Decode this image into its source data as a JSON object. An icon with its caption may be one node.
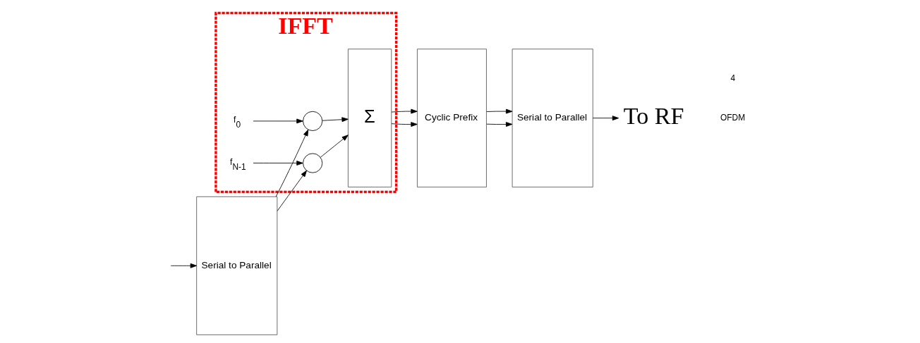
{
  "diagram": {
    "nodes": [
      {
        "text": [
          "IFFT"
        ]
      },
      {
        "text": [
          "Serial to Parallel"
        ]
      },
      {
        "text": [],
        "shape": "circle",
        "in": 0
      },
      {
        "text": [],
        "shape": "circle",
        "in": 0
      },
      {
        "text": [
          "Σ"
        ],
        "in": 0
      },
      {
        "text": [
          "f$_{0}$"
        ],
        "in": 0
      },
      {
        "text": [
          "f$_{N-1}$"
        ],
        "in": 0
      },
      {
        "text": [
          "Cyclic Prefix"
        ]
      },
      {
        "text": [
          "Serial to Parallel"
        ]
      },
      {
        "text": [
          "To RF"
        ]
      }
    ],
    "edges": [
      {
        "from": null,
        "to": 1,
        "arrow": "to"
      },
      {
        "from": 1,
        "to": 2,
        "arrow": "to"
      },
      {
        "from": 1,
        "to": 3,
        "arrow": "to"
      },
      {
        "from": 5,
        "to": 2,
        "arrow": "to"
      },
      {
        "from": 6,
        "to": 3,
        "arrow": "to"
      },
      {
        "from": 2,
        "to": 4,
        "arrow": "to"
      },
      {
        "from": 3,
        "to": 4,
        "arrow": "to"
      },
      {
        "from": 4,
        "to": 7,
        "arrow": "to"
      },
      {
        "from": 4,
        "to": 7,
        "arrow": "to"
      },
      {
        "from": 7,
        "to": 8,
        "arrow": "to"
      },
      {
        "from": 7,
        "to": 8,
        "arrow": "to"
      },
      {
        "from": 8,
        "to": 9,
        "arrow": "to"
      }
    ],
    "labels": [
      "OFDM",
      "4"
    ]
  }
}
